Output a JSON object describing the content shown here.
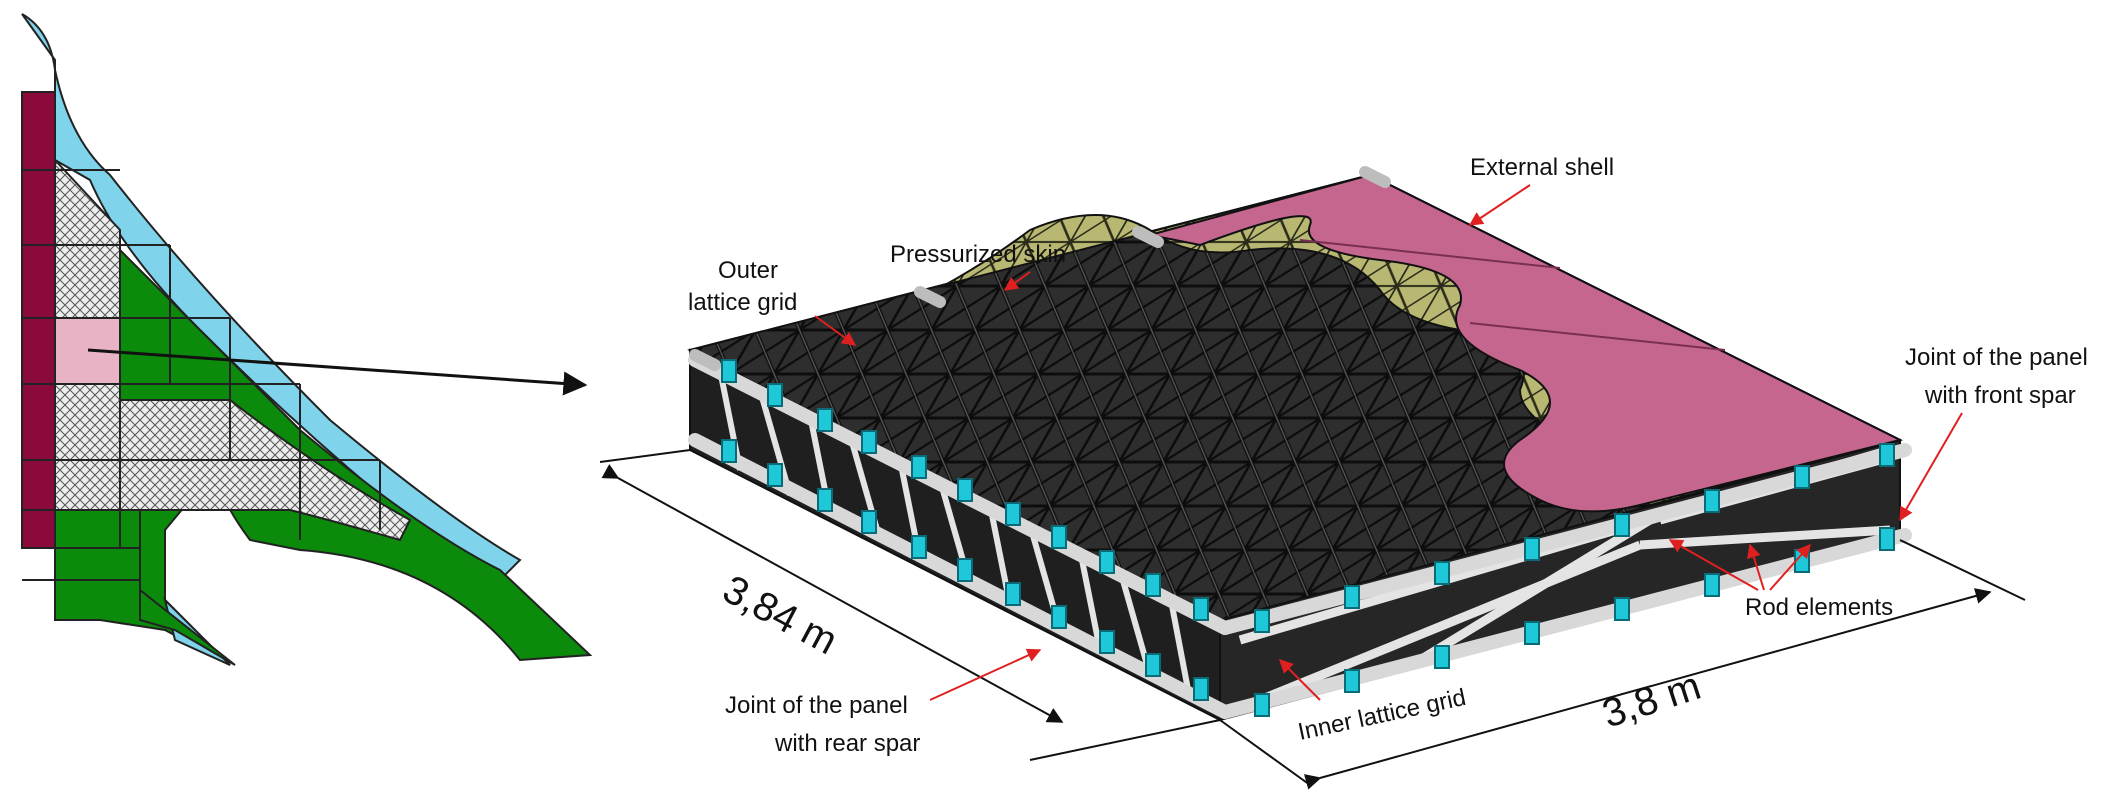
{
  "labels": {
    "external_shell": "External shell",
    "pressurized_skin": "Pressurized skin",
    "outer_lattice_line1": "Outer",
    "outer_lattice_line2": "lattice grid",
    "joint_front_line1": "Joint of the panel",
    "joint_front_line2": "with front spar",
    "rod_elements": "Rod elements",
    "inner_lattice": "Inner lattice grid",
    "joint_rear_line1": "Joint of the panel",
    "joint_rear_line2": "with rear spar",
    "dim_depth": "3,84 m",
    "dim_width": "3,8 m"
  },
  "colors": {
    "wing_dark_red": "#8B0A3C",
    "wing_cyan": "#7fd3ea",
    "wing_green": "#0b8a0b",
    "highlight_pink": "#e9b3c6",
    "external_shell": "#c4668e",
    "pressurized_skin": "#b8b870",
    "lattice_dark": "#2b2b2b",
    "joint_cyan": "#1ec8d8",
    "rod_white": "#e4e4e4",
    "leader_red": "#e02020"
  }
}
